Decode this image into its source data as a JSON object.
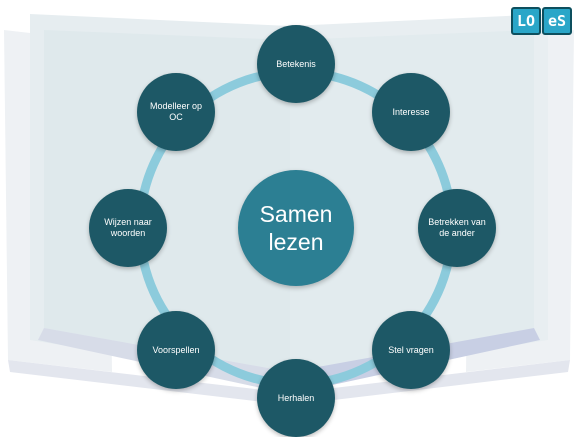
{
  "logo": {
    "letters": [
      "LO",
      "eS"
    ]
  },
  "colors": {
    "node": "#1d5866",
    "center": "#2c7f93",
    "ring": "#8ccbdc",
    "logo_fill": "#2aa6c8",
    "logo_border": "#0d4f5e"
  },
  "diagram": {
    "center": {
      "line1": "Samen",
      "line2": "lezen"
    },
    "nodes": [
      {
        "label": "Betekenis"
      },
      {
        "label": "Interesse"
      },
      {
        "label": "Betrekken van de ander"
      },
      {
        "label": "Stel vragen"
      },
      {
        "label": "Herhalen"
      },
      {
        "label": "Voorspellen"
      },
      {
        "label": "Wijzen naar woorden"
      },
      {
        "label": "Modelleer op OC"
      }
    ]
  }
}
